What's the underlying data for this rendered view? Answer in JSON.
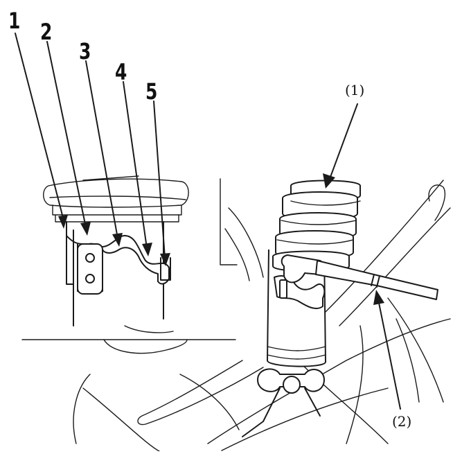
{
  "callouts": {
    "numbers": [
      "1",
      "2",
      "3",
      "4",
      "5"
    ],
    "tool": "(1)",
    "socket": "(2)"
  },
  "colors": {
    "ink": "#1a1a1a",
    "paper": "#ffffff"
  }
}
